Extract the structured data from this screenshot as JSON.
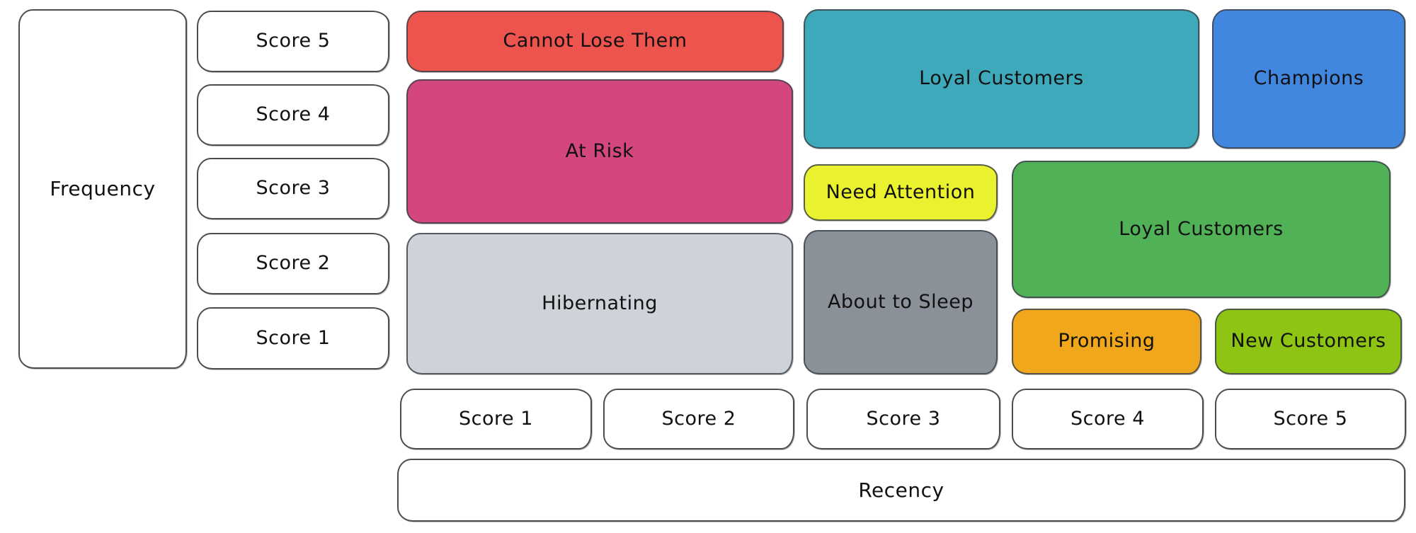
{
  "palette": {
    "background": "#ffffff",
    "stroke": "#4a4e53",
    "text": "#111111"
  },
  "axes": {
    "frequency_label": "Frequency",
    "recency_label": "Recency",
    "frequency_scores": [
      "Score 5",
      "Score 4",
      "Score 3",
      "Score 2",
      "Score 1"
    ],
    "recency_scores": [
      "Score 1",
      "Score 2",
      "Score 3",
      "Score 4",
      "Score 5"
    ]
  },
  "segments": {
    "cannot_lose": {
      "label": "Cannot Lose Them",
      "color": "#ee544e"
    },
    "at_risk": {
      "label": "At Risk",
      "color": "#d3467e"
    },
    "hibernating": {
      "label": "Hibernating",
      "color": "#ced3d9"
    },
    "loyal_customers_top": {
      "label": "Loyal Customers",
      "color": "#3fa9bc"
    },
    "champions": {
      "label": "Champions",
      "color": "#4187e0"
    },
    "need_attention": {
      "label": "Need Attention",
      "color": "#eaf22f"
    },
    "about_to_sleep": {
      "label": "About to Sleep",
      "color": "#8b9198"
    },
    "loyal_customers_middle": {
      "label": "Loyal Customers",
      "color": "#51b157"
    },
    "promising": {
      "label": "Promising",
      "color": "#f0a71c"
    },
    "new_customers": {
      "label": "New Customers",
      "color": "#8ec514"
    }
  }
}
